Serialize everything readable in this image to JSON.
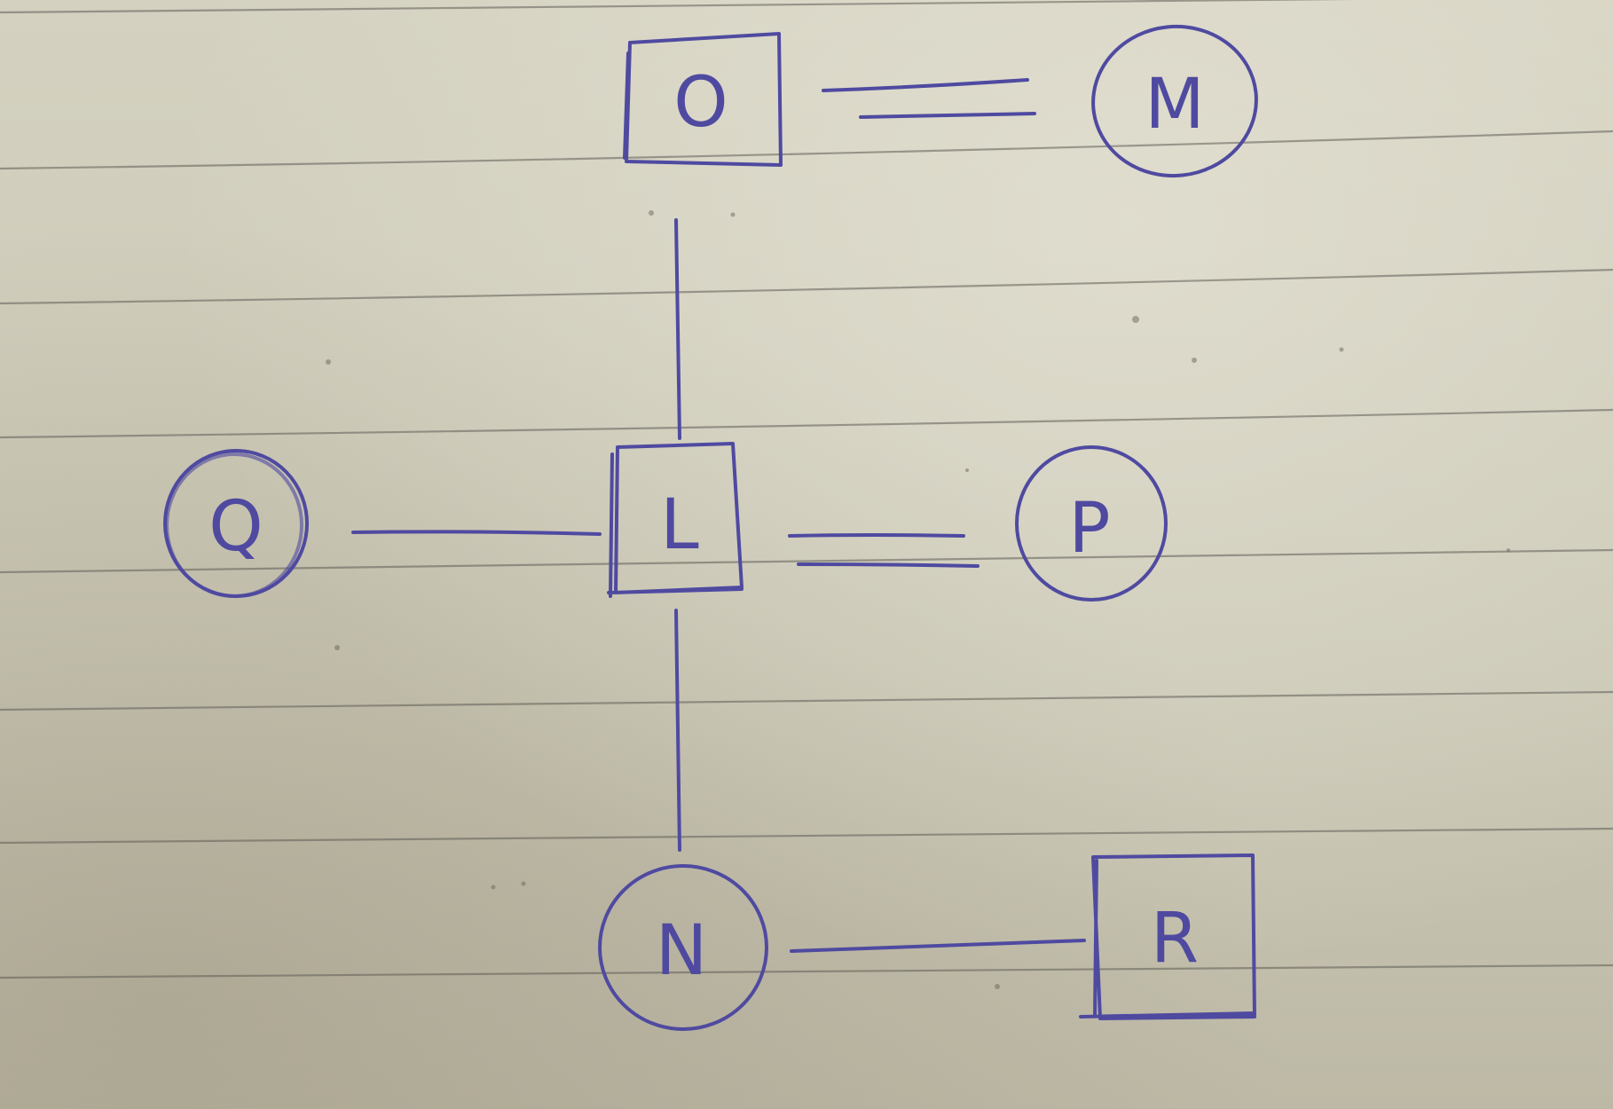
{
  "diagram": {
    "nodes": [
      {
        "id": "O",
        "label": "O",
        "shape": "square"
      },
      {
        "id": "M",
        "label": "M",
        "shape": "circle"
      },
      {
        "id": "Q",
        "label": "Q",
        "shape": "circle"
      },
      {
        "id": "L",
        "label": "L",
        "shape": "square"
      },
      {
        "id": "P",
        "label": "P",
        "shape": "circle"
      },
      {
        "id": "N",
        "label": "N",
        "shape": "circle"
      },
      {
        "id": "R",
        "label": "R",
        "shape": "square"
      }
    ],
    "edges": [
      {
        "from": "O",
        "to": "M",
        "style": "double"
      },
      {
        "from": "O",
        "to": "L",
        "style": "single"
      },
      {
        "from": "Q",
        "to": "L",
        "style": "single"
      },
      {
        "from": "L",
        "to": "P",
        "style": "double"
      },
      {
        "from": "L",
        "to": "N",
        "style": "single"
      },
      {
        "from": "N",
        "to": "R",
        "style": "single"
      }
    ],
    "colors": {
      "ink": "#4f4aa0",
      "paper": "#cdcab8",
      "ruled_line": "#5f5d55"
    }
  }
}
